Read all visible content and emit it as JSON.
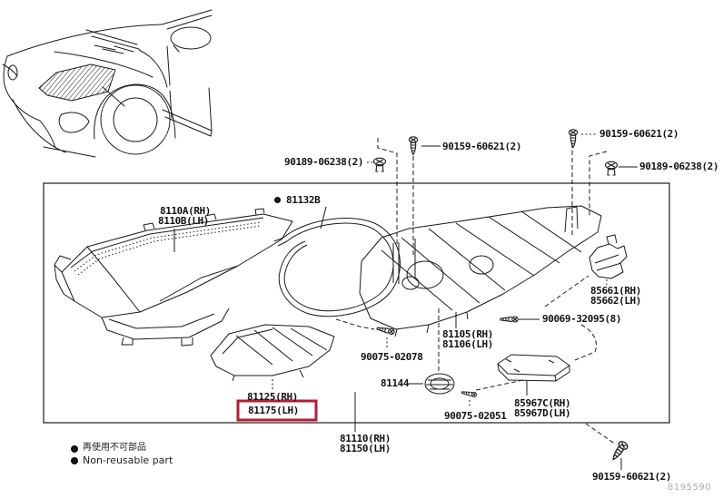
{
  "figure": {
    "watermark": "8195590"
  },
  "colors": {
    "line": "#1a1a1a",
    "highlight_border": "#b01e36",
    "watermark_text": "#ababab"
  },
  "legend": {
    "bullet": "●",
    "jp": "再使用不可部品",
    "en": "Non-reusable part"
  },
  "parts": {
    "clip_top_left": "90189-06238(2)",
    "screw_top_mid": "90159-60621(2)",
    "screw_top_right": "90159-60621(2)",
    "clip_top_right": "90189-06238(2)",
    "headlamp_assy_rh": "8110A(RH)",
    "headlamp_assy_lh": "8110B(LH)",
    "cord": "81132B",
    "socket_rh": "85661(RH)",
    "socket_lh": "85662(LH)",
    "screw_retainer": "90069-32095(8)",
    "bracket_rh": "81105(RH)",
    "bracket_lh": "81106(LH)",
    "screw_front": "90075-02078",
    "grommet": "81144",
    "lens_unit_rh": "81125(RH)",
    "lens_unit_lh": "81175(LH)",
    "screw_lower": "90075-02051",
    "computer_rh": "85967C(RH)",
    "computer_lh": "85967D(LH)",
    "housing_rh": "81110(RH)",
    "housing_lh": "81150(LH)",
    "screw_bottom_right": "90159-60621(2)"
  }
}
